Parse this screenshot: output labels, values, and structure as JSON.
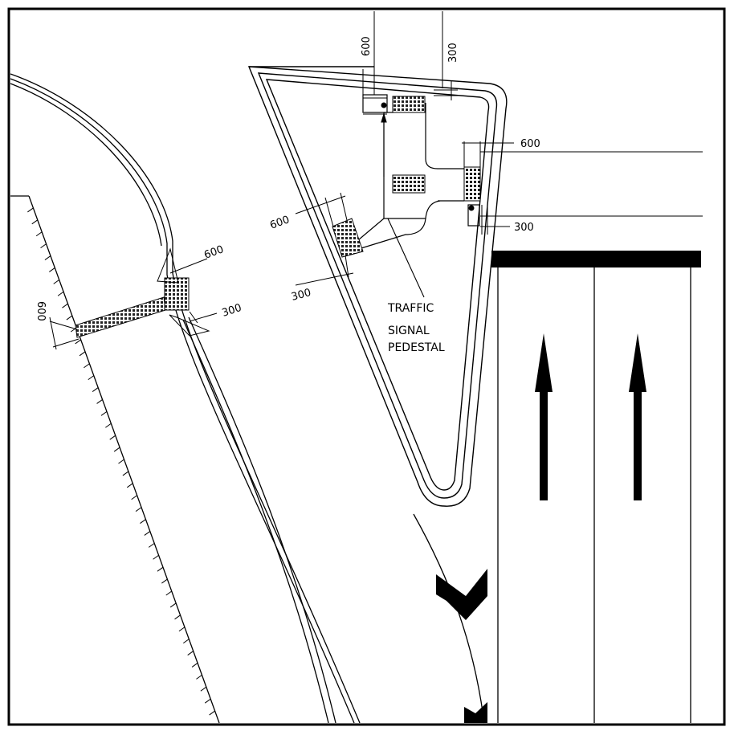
{
  "dimensions": {
    "dim_600_top": "600",
    "dim_300_top": "300",
    "dim_600_right": "600",
    "dim_300_right": "300",
    "dim_600_island_left": "600",
    "dim_300_island_left": "300",
    "dim_600_median": "600",
    "dim_300_median": "300",
    "dim_600_left": "600"
  },
  "callout": {
    "line1": "TRAFFIC",
    "line2": "SIGNAL",
    "line3": "PEDESTAL"
  },
  "colors": {
    "ink": "#000000",
    "paper": "#ffffff"
  }
}
